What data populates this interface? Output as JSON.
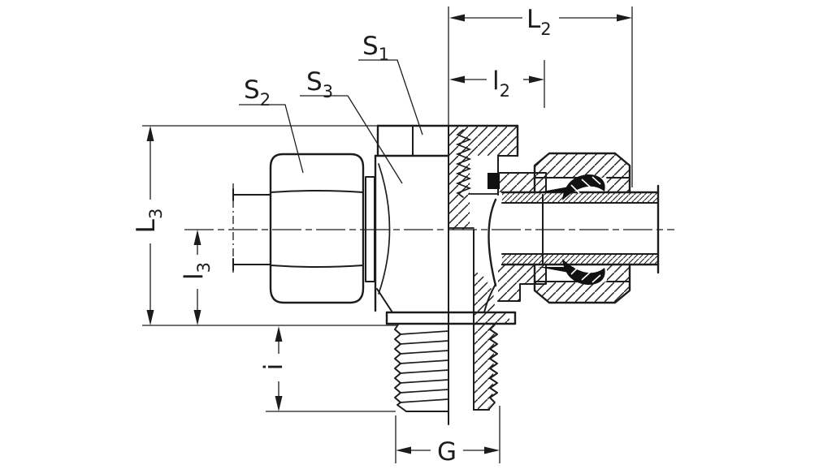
{
  "drawing": {
    "background": "#ffffff",
    "line_color": "#1c1c1c",
    "seal_color": "#111111",
    "kind": "technical-drawing"
  },
  "labels": {
    "S1": {
      "main": "S",
      "sub": "1"
    },
    "S2": {
      "main": "S",
      "sub": "2"
    },
    "S3": {
      "main": "S",
      "sub": "3"
    },
    "L2": {
      "main": "L",
      "sub": "2"
    },
    "l2": {
      "main": "l",
      "sub": "2"
    },
    "L3": {
      "main": "L",
      "sub": "3"
    },
    "l3": {
      "main": "l",
      "sub": "3"
    },
    "i": {
      "main": "i",
      "sub": ""
    },
    "G": {
      "main": "G",
      "sub": ""
    }
  }
}
